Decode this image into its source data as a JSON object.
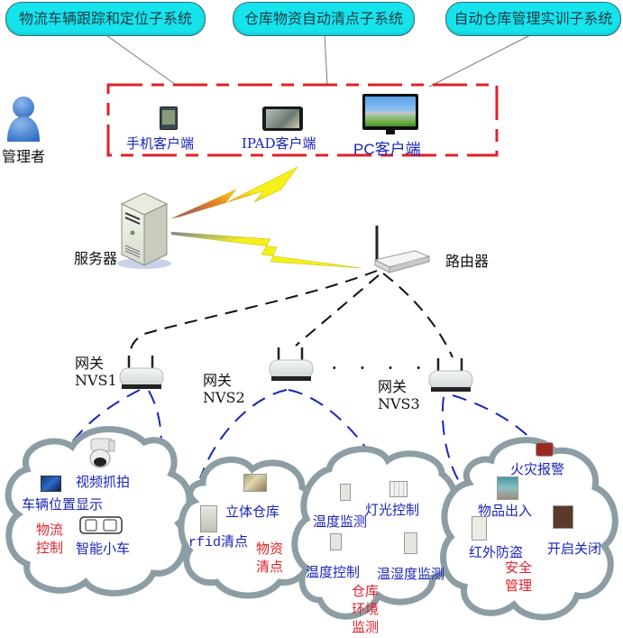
{
  "subsystems": [
    "物流车辆跟踪和定位子系统",
    "仓库物资自动清点子系统",
    "自动仓库管理实训子系统"
  ],
  "admin": {
    "label": "管理者",
    "icon": "user-icon"
  },
  "clients": [
    {
      "label": "手机客户端",
      "icon": "mobile-phone-icon"
    },
    {
      "label": "IPAD客户端",
      "icon": "tablet-icon"
    },
    {
      "label": "PC客户端",
      "icon": "monitor-icon"
    }
  ],
  "server": {
    "label": "服务器",
    "icon": "server-icon"
  },
  "router": {
    "label": "路由器",
    "icon": "router-icon"
  },
  "gateways": [
    {
      "label": "网关",
      "id": "NVS1"
    },
    {
      "label": "网关",
      "id": "NVS2"
    },
    {
      "label": "网关",
      "id": "NVS3"
    }
  ],
  "ellipsis": "· · · ·",
  "clouds": [
    {
      "title": "物流\n控制",
      "title_lines": [
        "物流",
        "控制"
      ],
      "items": [
        "视频抓拍",
        "车辆位置显示",
        "智能小车"
      ]
    },
    {
      "title_lines": [
        "物资",
        "清点"
      ],
      "items": [
        "立体仓库",
        "rfid清点"
      ]
    },
    {
      "title_lines": [
        "仓库",
        "环境",
        "监测"
      ],
      "items": [
        "灯光控制",
        "温度监测",
        "温度控制",
        "温湿度监测"
      ]
    },
    {
      "title_lines": [
        "安全",
        "管理"
      ],
      "items": [
        "火灾报警",
        "物品出入",
        "红外防盗",
        "开启关闭"
      ]
    }
  ],
  "colors": {
    "pill_fill": "#16e4ec",
    "client_box_border": "#e0202a",
    "gateway_link": "#1a24b8",
    "router_link": "#111111",
    "cloud_outline": "#8c9ea4",
    "wireless_bolt": "#f5f01a",
    "item_text": "#1a24b8",
    "group_text": "#e0202a"
  }
}
